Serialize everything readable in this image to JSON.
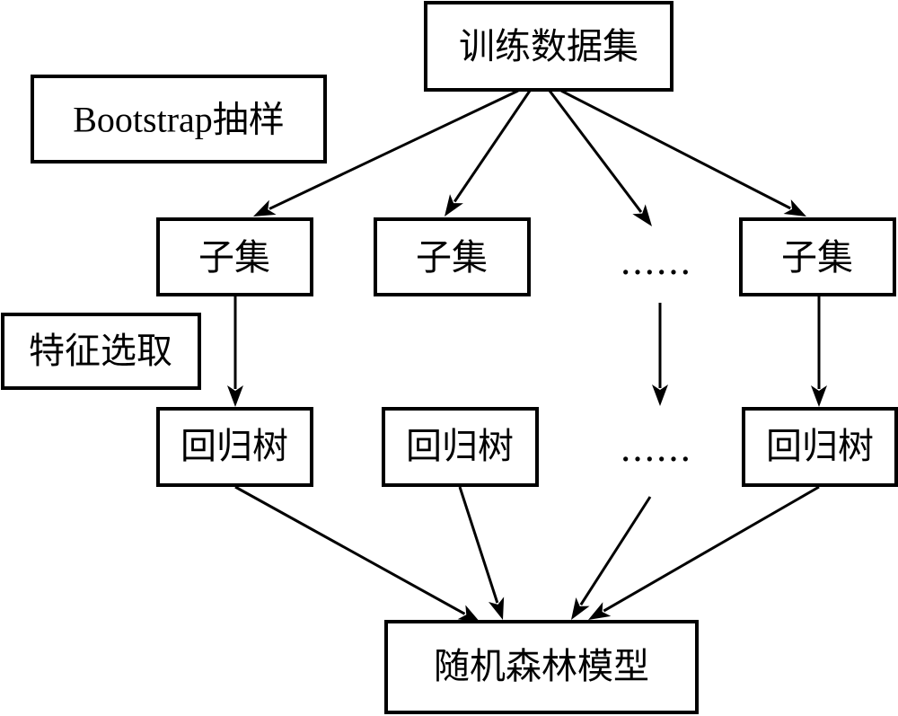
{
  "diagram": {
    "nodes": {
      "training_set": "训练数据集",
      "bootstrap": "Bootstrap抽样",
      "subset_1": "子集",
      "subset_2": "子集",
      "subset_ellipsis": "……",
      "subset_n": "子集",
      "feature_selection": "特征选取",
      "tree_1": "回归树",
      "tree_2": "回归树",
      "tree_ellipsis": "……",
      "tree_n": "回归树",
      "model": "随机森林模型"
    },
    "edges": [
      [
        "training_set",
        "subset_1"
      ],
      [
        "training_set",
        "subset_2"
      ],
      [
        "training_set",
        "subset_ellipsis"
      ],
      [
        "training_set",
        "subset_n"
      ],
      [
        "subset_1",
        "tree_1"
      ],
      [
        "subset_ellipsis",
        "tree_ellipsis"
      ],
      [
        "subset_n",
        "tree_n"
      ],
      [
        "tree_1",
        "model"
      ],
      [
        "tree_2",
        "model"
      ],
      [
        "tree_ellipsis",
        "model"
      ],
      [
        "tree_n",
        "model"
      ]
    ]
  }
}
